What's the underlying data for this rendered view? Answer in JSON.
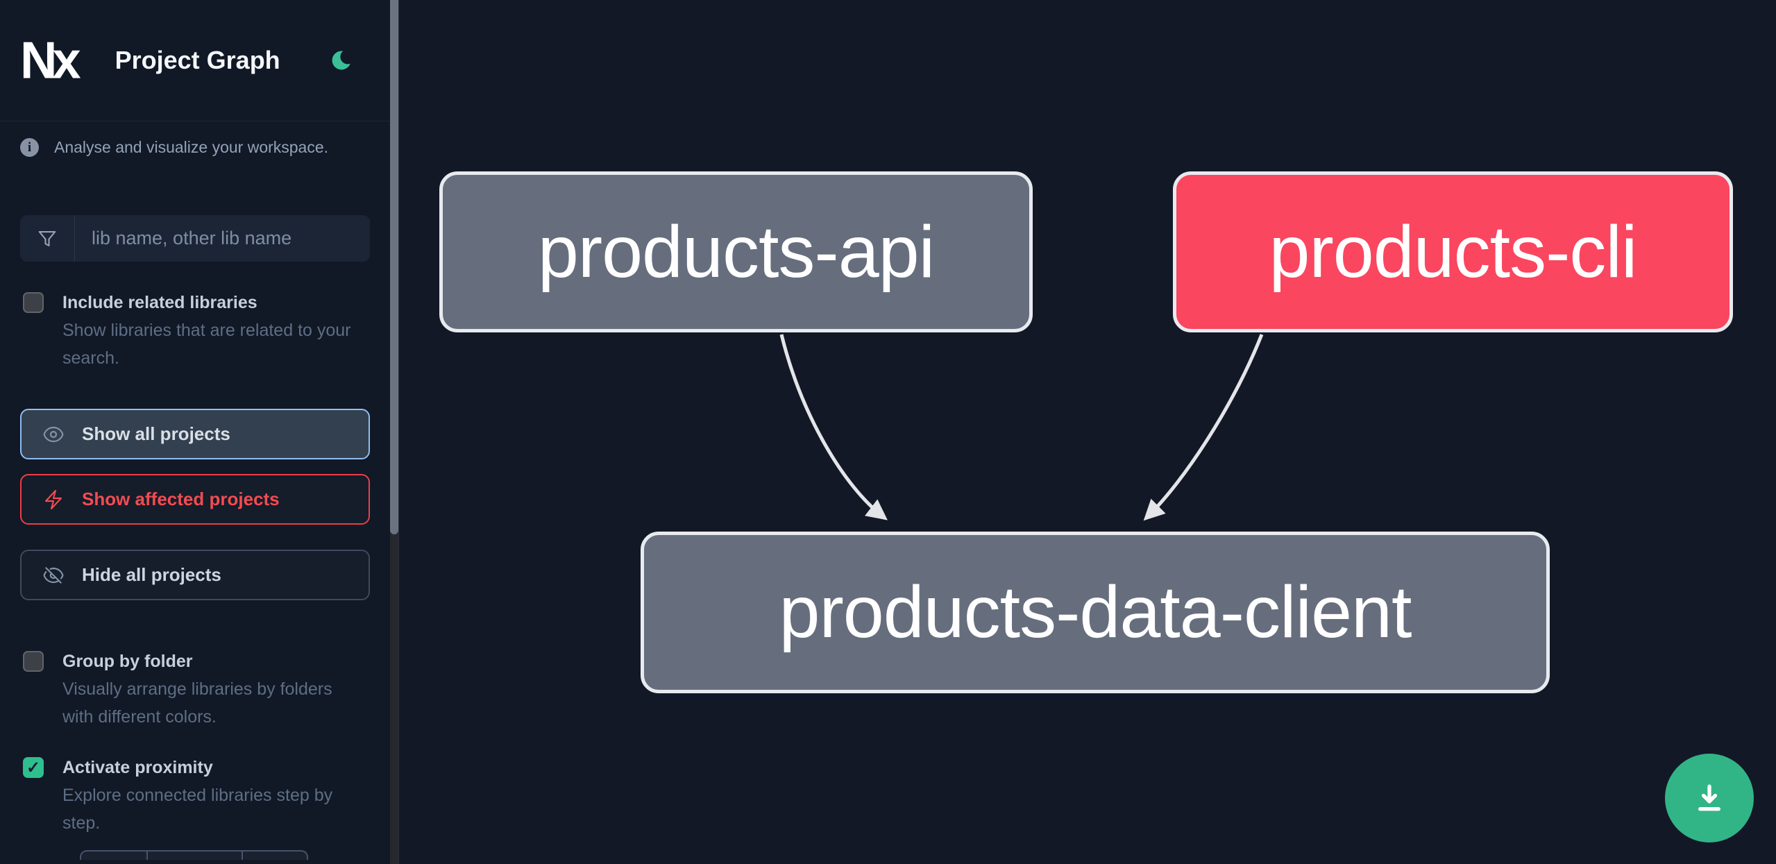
{
  "header": {
    "logo_text": "Nx",
    "title": "Project Graph"
  },
  "sidebar": {
    "tagline": "Analyse and visualize your workspace.",
    "search": {
      "placeholder": "lib name, other lib name"
    },
    "options": [
      {
        "label": "Include related libraries",
        "description": "Show libraries that are related to your search.",
        "checked": false
      },
      {
        "label": "Group by folder",
        "description": "Visually arrange libraries by folders with different colors.",
        "checked": false
      },
      {
        "label": "Activate proximity",
        "description": "Explore connected libraries step by step.",
        "checked": true,
        "check_glyph": "✓"
      }
    ],
    "actions": [
      {
        "label": "Show all projects",
        "icon": "eye-icon",
        "state": "selected"
      },
      {
        "label": "Show affected projects",
        "icon": "bolt-icon",
        "state": "affected"
      },
      {
        "label": "Hide all projects",
        "icon": "eye-off-icon",
        "state": "default"
      }
    ]
  },
  "graph": {
    "nodes": [
      {
        "label": "products-api",
        "status": "default"
      },
      {
        "label": "products-cli",
        "status": "affected"
      },
      {
        "label": "products-data-client",
        "status": "default"
      }
    ],
    "edges": [
      {
        "from": "products-api",
        "to": "products-data-client"
      },
      {
        "from": "products-cli",
        "to": "products-data-client"
      }
    ]
  },
  "colors": {
    "canvas_background": "#131826",
    "sidebar_background": "#111826",
    "default_node": "#666e7e",
    "affected_node": "#fa465f",
    "node_border": "#e8eaef",
    "edge": "#e3e5e9",
    "accent_green": "#2fbe8e",
    "selected_border_blue": "#90bef2",
    "affected_red": "#ef4444"
  }
}
